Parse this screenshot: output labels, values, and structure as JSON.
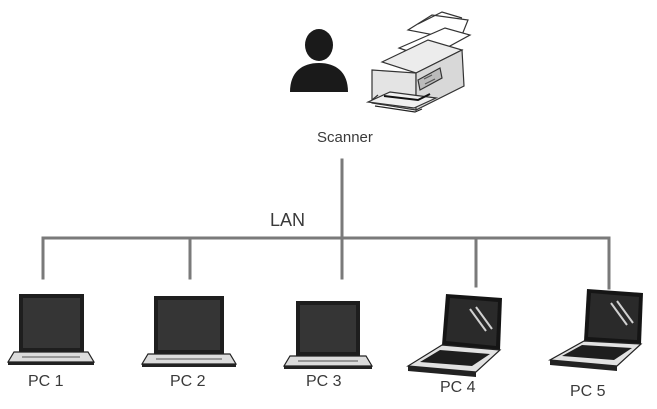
{
  "scanner": {
    "label": "Scanner"
  },
  "network": {
    "label": "LAN"
  },
  "pcs": [
    {
      "label": "PC 1",
      "kind": "monitor"
    },
    {
      "label": "PC 2",
      "kind": "monitor"
    },
    {
      "label": "PC 3",
      "kind": "monitor"
    },
    {
      "label": "PC 4",
      "kind": "laptop"
    },
    {
      "label": "PC 5",
      "kind": "laptop"
    }
  ],
  "colors": {
    "line": "#7a7a7a",
    "screen": "#2d2d2d",
    "body": "#111111",
    "text": "#3a3a3a"
  }
}
